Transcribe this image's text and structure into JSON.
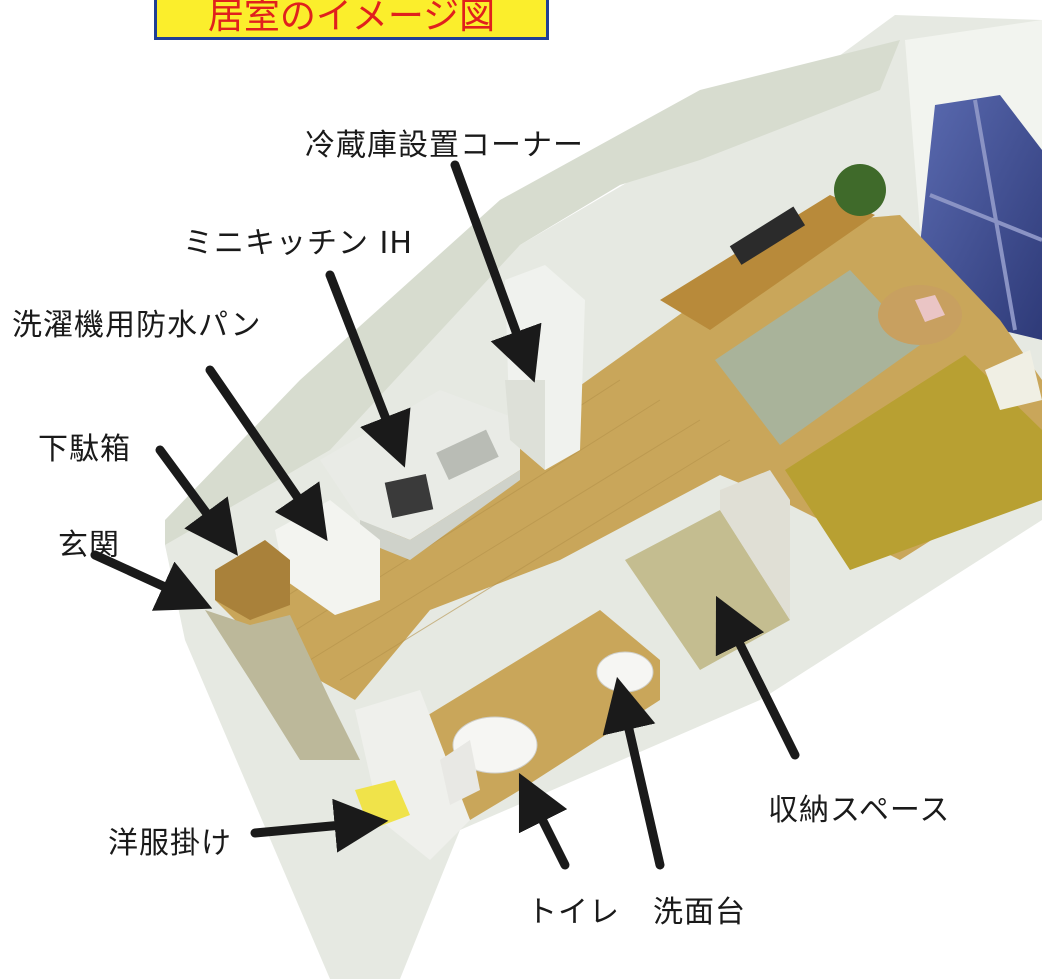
{
  "title": "居室のイメージ図",
  "labels": {
    "fridge_corner": "冷蔵庫設置コーナー",
    "mini_kitchen": "ミニキッチン IH",
    "washer_pan": "洗濯機用防水パン",
    "shoe_box": "下駄箱",
    "entrance": "玄関",
    "clothes_hanger": "洋服掛け",
    "toilet": "トイレ",
    "washbasin": "洗面台",
    "storage": "収納スペース"
  },
  "colors": {
    "title_bg": "#fbee2c",
    "title_border": "#1f3f94",
    "title_text": "#e0201d",
    "floor": "#c9a65a",
    "wall": "#eef0ea",
    "rug": "#a9b39a",
    "bed": "#b8a032",
    "window": "#3d4c8c",
    "arrow": "#1a1a1a"
  }
}
